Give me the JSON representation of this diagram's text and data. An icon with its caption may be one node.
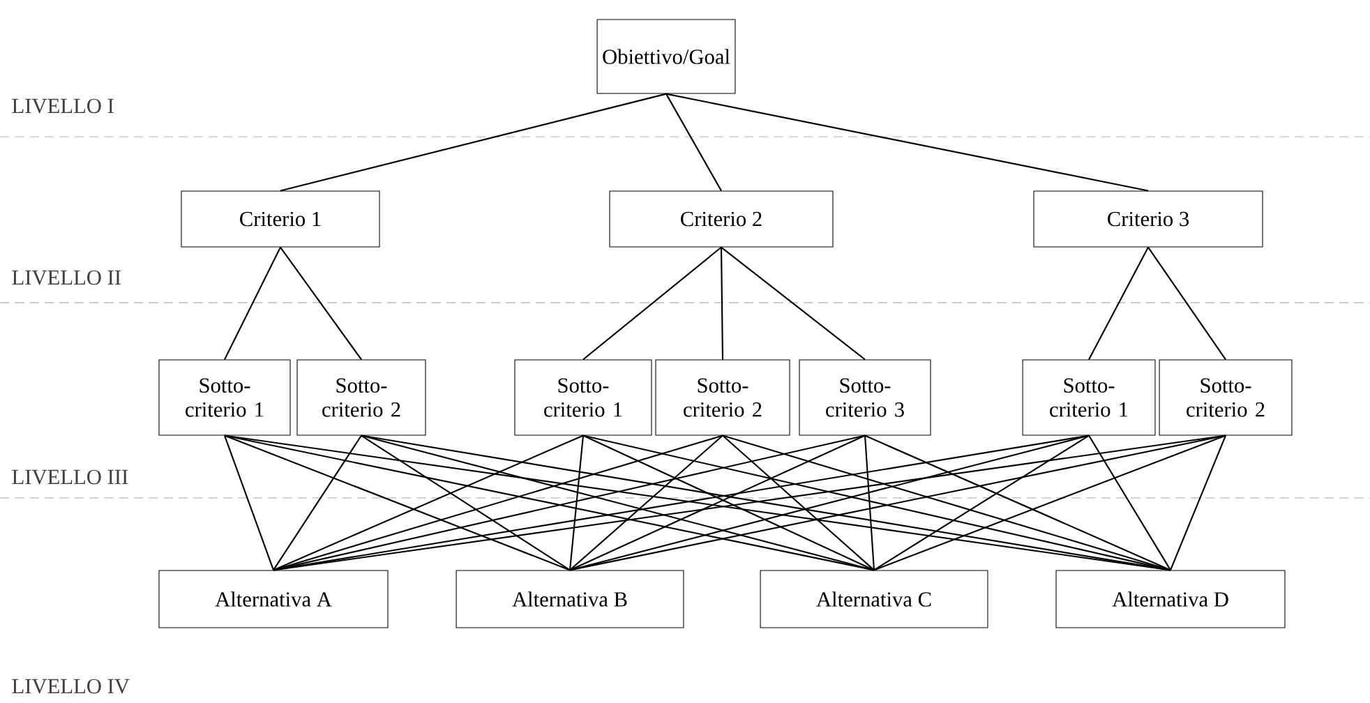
{
  "diagram": {
    "nodes": [
      {
        "text": [
          "Obiettivo/Goal"
        ]
      },
      {
        "text": [
          "Criterio 1"
        ]
      },
      {
        "text": [
          "Criterio 2"
        ]
      },
      {
        "text": [
          "Criterio 3"
        ]
      },
      {
        "text": [
          "Sotto- criterio 1"
        ]
      },
      {
        "text": [
          "Sotto- criterio 2"
        ]
      },
      {
        "text": [
          "Sotto- criterio 1"
        ]
      },
      {
        "text": [
          "Sotto- criterio 2"
        ]
      },
      {
        "text": [
          "Sotto- criterio 3"
        ]
      },
      {
        "text": [
          "Sotto- criterio 1"
        ]
      },
      {
        "text": [
          "Sotto- criterio 2"
        ]
      },
      {
        "text": [
          "Alternativa A"
        ]
      },
      {
        "text": [
          "Alternativa B"
        ]
      },
      {
        "text": [
          "Alternativa C"
        ]
      },
      {
        "text": [
          "Alternativa D"
        ]
      }
    ],
    "edges": [
      {
        "from": 0,
        "to": 1,
        "arrow": "none"
      },
      {
        "from": 0,
        "to": 2,
        "arrow": "none"
      },
      {
        "from": 0,
        "to": 3,
        "arrow": "none"
      },
      {
        "from": 1,
        "to": 4,
        "arrow": "none"
      },
      {
        "from": 1,
        "to": 5,
        "arrow": "none"
      },
      {
        "from": 2,
        "to": 6,
        "arrow": "none"
      },
      {
        "from": 2,
        "to": 7,
        "arrow": "none"
      },
      {
        "from": 2,
        "to": 8,
        "arrow": "none"
      },
      {
        "from": 3,
        "to": 9,
        "arrow": "none"
      },
      {
        "from": 3,
        "to": 10,
        "arrow": "none"
      },
      {
        "from": 4,
        "to": 11,
        "arrow": "none"
      },
      {
        "from": 4,
        "to": 12,
        "arrow": "none"
      },
      {
        "from": 4,
        "to": 13,
        "arrow": "none"
      },
      {
        "from": 4,
        "to": 14,
        "arrow": "none"
      },
      {
        "from": 5,
        "to": 11,
        "arrow": "none"
      },
      {
        "from": 5,
        "to": 12,
        "arrow": "none"
      },
      {
        "from": 5,
        "to": 13,
        "arrow": "none"
      },
      {
        "from": 5,
        "to": 14,
        "arrow": "none"
      },
      {
        "from": 6,
        "to": 11,
        "arrow": "none"
      },
      {
        "from": 6,
        "to": 12,
        "arrow": "none"
      },
      {
        "from": 6,
        "to": 13,
        "arrow": "none"
      },
      {
        "from": 6,
        "to": 14,
        "arrow": "none"
      },
      {
        "from": 7,
        "to": 11,
        "arrow": "none"
      },
      {
        "from": 7,
        "to": 12,
        "arrow": "none"
      },
      {
        "from": 7,
        "to": 13,
        "arrow": "none"
      },
      {
        "from": 7,
        "to": 14,
        "arrow": "none"
      },
      {
        "from": 8,
        "to": 11,
        "arrow": "none"
      },
      {
        "from": 8,
        "to": 12,
        "arrow": "none"
      },
      {
        "from": 8,
        "to": 13,
        "arrow": "none"
      },
      {
        "from": 8,
        "to": 14,
        "arrow": "none"
      },
      {
        "from": 9,
        "to": 11,
        "arrow": "none"
      },
      {
        "from": 9,
        "to": 12,
        "arrow": "none"
      },
      {
        "from": 9,
        "to": 13,
        "arrow": "none"
      },
      {
        "from": 9,
        "to": 14,
        "arrow": "none"
      },
      {
        "from": 10,
        "to": 11,
        "arrow": "none"
      },
      {
        "from": 10,
        "to": 12,
        "arrow": "none"
      },
      {
        "from": 10,
        "to": 13,
        "arrow": "none"
      },
      {
        "from": 10,
        "to": 14,
        "arrow": "none"
      }
    ],
    "labels": [
      "LIVELLO I",
      "LIVELLO II",
      "LIVELLO III",
      "LIVELLO IV"
    ]
  }
}
